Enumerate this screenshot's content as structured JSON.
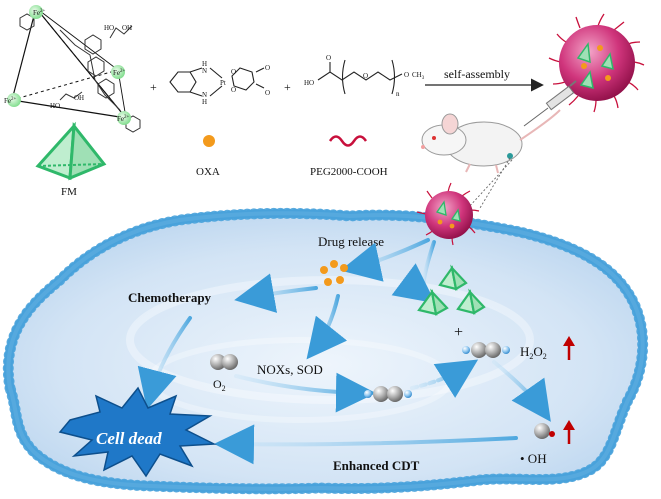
{
  "top": {
    "fm_label": "FM",
    "oxa_label": "OXA",
    "peg_label": "PEG2000-COOH",
    "self_assembly": "self-assembly",
    "plus_1": "+",
    "plus_2": "+",
    "fe_ion": "Fe",
    "fe_charge": "2+",
    "oh": "OH",
    "ho": "HO",
    "oxa_nh": "H",
    "oxa_n": "N",
    "oxa_pt": "Pt",
    "oxa_o": "O",
    "peg_n": "n",
    "peg_ch3": "CH",
    "peg_ch3_sub": "3",
    "peg_ho": "HO",
    "peg_o": "O"
  },
  "cell": {
    "drug_release": "Drug release",
    "chemotherapy": "Chemotherapy",
    "noxs_sod": "NOXs, SOD",
    "o2": "O",
    "o2_sub": "2",
    "h2o2_h": "H",
    "h2o2_sub1": "2",
    "h2o2_o": "O",
    "h2o2_sub2": "2",
    "plus": "+",
    "oh_radical": "• OH",
    "cell_dead": "Cell dead",
    "enhanced_cdt": "Enhanced CDT"
  },
  "colors": {
    "fe_green": "#7ddc8a",
    "pyramid_green": "#2fb86a",
    "oxa_orange": "#f39a1c",
    "peg_pink": "#c8103c",
    "nanoparticle": "#c51f6b",
    "membrane_blue": "#4aa3dc",
    "cytoplasm": "#d7e7f6",
    "burst": "#1f78c8",
    "up_arrow": "#c00000"
  }
}
